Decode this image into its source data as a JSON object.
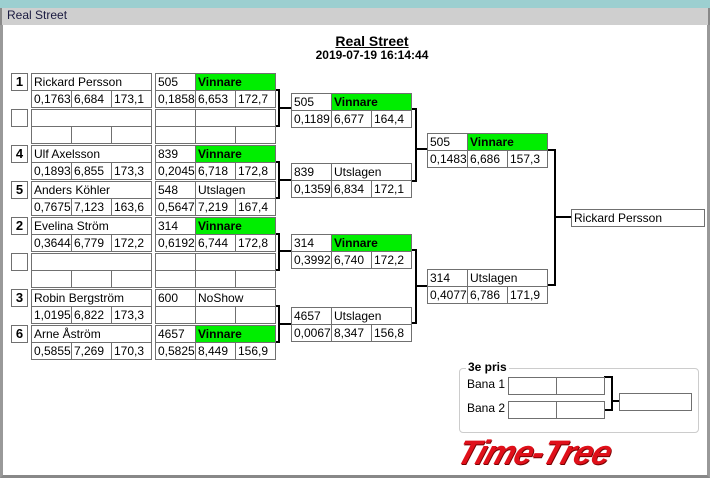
{
  "window": {
    "title": "Real Street"
  },
  "header": {
    "title": "Real Street",
    "datetime": "2019-07-19 16:14:44"
  },
  "round1": [
    {
      "seed": "1",
      "name": "Rickard Persson",
      "rt": "0,1763",
      "et": "6,684",
      "speed": "173,1",
      "car": "505",
      "status": "Vinnare",
      "r_rt": "0,1858",
      "r_et": "6,653",
      "r_speed": "172,7",
      "winner": true
    },
    {
      "seed": "",
      "name": "",
      "rt": "",
      "et": "",
      "speed": "",
      "car": "",
      "status": "",
      "r_rt": "",
      "r_et": "",
      "r_speed": "",
      "winner": false
    },
    {
      "seed": "4",
      "name": "Ulf Axelsson",
      "rt": "0,1893",
      "et": "6,855",
      "speed": "173,3",
      "car": "839",
      "status": "Vinnare",
      "r_rt": "0,2045",
      "r_et": "6,718",
      "r_speed": "172,8",
      "winner": true
    },
    {
      "seed": "5",
      "name": "Anders Köhler",
      "rt": "0,7675",
      "et": "7,123",
      "speed": "163,6",
      "car": "548",
      "status": "Utslagen",
      "r_rt": "0,5647",
      "r_et": "7,219",
      "r_speed": "167,4",
      "winner": false
    },
    {
      "seed": "2",
      "name": "Evelina Ström",
      "rt": "0,3644",
      "et": "6,779",
      "speed": "172,2",
      "car": "314",
      "status": "Vinnare",
      "r_rt": "0,6192",
      "r_et": "6,744",
      "r_speed": "172,8",
      "winner": true
    },
    {
      "seed": "",
      "name": "",
      "rt": "",
      "et": "",
      "speed": "",
      "car": "",
      "status": "",
      "r_rt": "",
      "r_et": "",
      "r_speed": "",
      "winner": false
    },
    {
      "seed": "3",
      "name": "Robin Bergström",
      "rt": "1,0195",
      "et": "6,822",
      "speed": "173,3",
      "car": "600",
      "status": "NoShow",
      "r_rt": "",
      "r_et": "",
      "r_speed": "",
      "winner": false
    },
    {
      "seed": "6",
      "name": "Arne Åström",
      "rt": "0,5855",
      "et": "7,269",
      "speed": "170,3",
      "car": "4657",
      "status": "Vinnare",
      "r_rt": "0,5825",
      "r_et": "8,449",
      "r_speed": "156,9",
      "winner": true
    }
  ],
  "round2": [
    {
      "car": "505",
      "status": "Vinnare",
      "rt": "0,1189",
      "et": "6,677",
      "speed": "164,4",
      "winner": true
    },
    {
      "car": "839",
      "status": "Utslagen",
      "rt": "0,1359",
      "et": "6,834",
      "speed": "172,1",
      "winner": false
    },
    {
      "car": "314",
      "status": "Vinnare",
      "rt": "0,3992",
      "et": "6,740",
      "speed": "172,2",
      "winner": true
    },
    {
      "car": "4657",
      "status": "Utslagen",
      "rt": "0,0067",
      "et": "8,347",
      "speed": "156,8",
      "winner": false
    }
  ],
  "round3": [
    {
      "car": "505",
      "status": "Vinnare",
      "rt": "0,1483",
      "et": "6,686",
      "speed": "157,3",
      "winner": true
    },
    {
      "car": "314",
      "status": "Utslagen",
      "rt": "0,4077",
      "et": "6,786",
      "speed": "171,9",
      "winner": false
    }
  ],
  "final": {
    "winner": "Rickard Persson"
  },
  "third_place": {
    "title": "3e pris",
    "lane1": "Bana 1",
    "lane2": "Bana 2"
  },
  "logo": {
    "text": "Time-Tree"
  },
  "colors": {
    "winner": "#00ee00",
    "logo": "#e0101a"
  }
}
